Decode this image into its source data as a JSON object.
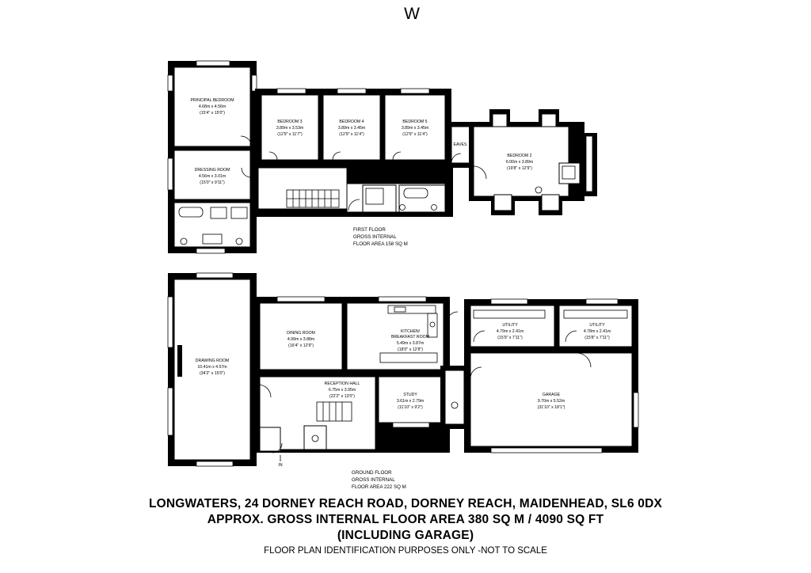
{
  "compass": "W",
  "first_floor": {
    "rooms": [
      {
        "key": "principal",
        "name": "PRINCIPAL BEDROOM",
        "metric": "4.68m x 4.56m",
        "imperial": "(15'4\" x 15'0\")"
      },
      {
        "key": "bed3",
        "name": "BEDROOM 3",
        "metric": "3.89m x 3.53m",
        "imperial": "(12'9\" x 11'7\")"
      },
      {
        "key": "bed4",
        "name": "BEDROOM 4",
        "metric": "3.89m x 3.45m",
        "imperial": "(12'9\" x 11'4\")"
      },
      {
        "key": "bed5",
        "name": "BEDROOM 5",
        "metric": "3.89m x 3.45m",
        "imperial": "(12'9\" x 11'4\")"
      },
      {
        "key": "bed2",
        "name": "BEDROOM 2",
        "metric": "6.00m x 3.89m",
        "imperial": "(19'8\" x 12'9\")"
      },
      {
        "key": "dressing",
        "name": "DRESSING ROOM",
        "metric": "4.56m x 3.01m",
        "imperial": "(15'0\" x 9'11\")"
      }
    ],
    "eaves_label": "EAVES",
    "area_lines": [
      "FIRST FLOOR",
      "GROSS INTERNAL",
      "FLOOR AREA 158 SQ M"
    ]
  },
  "ground_floor": {
    "rooms": [
      {
        "key": "drawing",
        "name": "DRAWING ROOM",
        "metric": "10.41m x 4.57m",
        "imperial": "(34'2\" x 15'0\")"
      },
      {
        "key": "dining",
        "name": "DINING ROOM",
        "metric": "4.99m x 3.88m",
        "imperial": "(16'4\" x 12'9\")"
      },
      {
        "key": "kitchen",
        "name": "KITCHEN/\nBREAKFAST ROOM",
        "metric": "5.49m x 3.87m",
        "imperial": "(18'0\" x 12'8\")"
      },
      {
        "key": "utility1",
        "name": "UTILITY",
        "metric": "4.79m x 2.41m",
        "imperial": "(15'9\" x 7'11\")"
      },
      {
        "key": "utility2",
        "name": "UTILITY",
        "metric": "4.78m x 2.41m",
        "imperial": "(15'8\" x 7'11\")"
      },
      {
        "key": "hall",
        "name": "RECEPTION HALL",
        "metric": "6.75m x 3.95m",
        "imperial": "(22'2\" x 13'0\")"
      },
      {
        "key": "study",
        "name": "STUDY",
        "metric": "3.61m x 2.79m",
        "imperial": "(11'10\" x 9'2\")"
      },
      {
        "key": "garage",
        "name": "GARAGE",
        "metric": "9.70m x 5.52m",
        "imperial": "(31'10\" x 18'1\")"
      }
    ],
    "entrance_label": "IN",
    "area_lines": [
      "GROUND FLOOR",
      "GROSS INTERNAL",
      "FLOOR AREA 222 SQ M"
    ]
  },
  "footer": {
    "address": "LONGWATERS, 24 DORNEY REACH ROAD, DORNEY REACH, MAIDENHEAD, SL6 0DX",
    "total_area": "APPROX. GROSS INTERNAL FLOOR AREA 380 SQ M / 4090 SQ FT",
    "garage_note": "(INCLUDING GARAGE)",
    "disclaimer": "FLOOR PLAN IDENTIFICATION PURPOSES ONLY -NOT TO SCALE"
  }
}
